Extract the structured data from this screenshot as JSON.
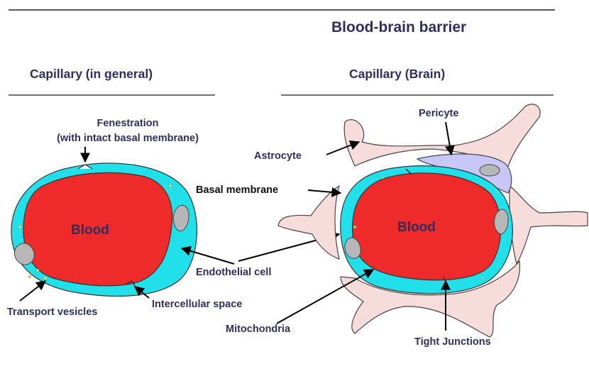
{
  "title": "Blood-brain barrier",
  "left_panel": {
    "heading": "Capillary (in general)",
    "blood_label": "Blood",
    "labels": {
      "fenestration_line1": "Fenestration",
      "fenestration_line2": "(with intact basal membrane)",
      "transport_vesicles": "Transport vesicles",
      "intercellular_space": "Intercellular space"
    }
  },
  "shared_labels": {
    "endothelial_cell": "Endothelial cell"
  },
  "right_panel": {
    "heading": "Capillary (Brain)",
    "blood_label": "Blood",
    "labels": {
      "pericyte": "Pericyte",
      "astrocyte": "Astrocyte",
      "basal_membrane": "Basal membrane",
      "mitochondria": "Mitochondria",
      "tight_junctions": "Tight Junctions"
    }
  },
  "colors": {
    "blood": "#ee2a2a",
    "endothelium": "#22e0ea",
    "astrocyte": "#f7dcdc",
    "pericyte": "#c9c7f7",
    "nucleus": "#b7b7b7",
    "text": "#2f2f5f"
  }
}
